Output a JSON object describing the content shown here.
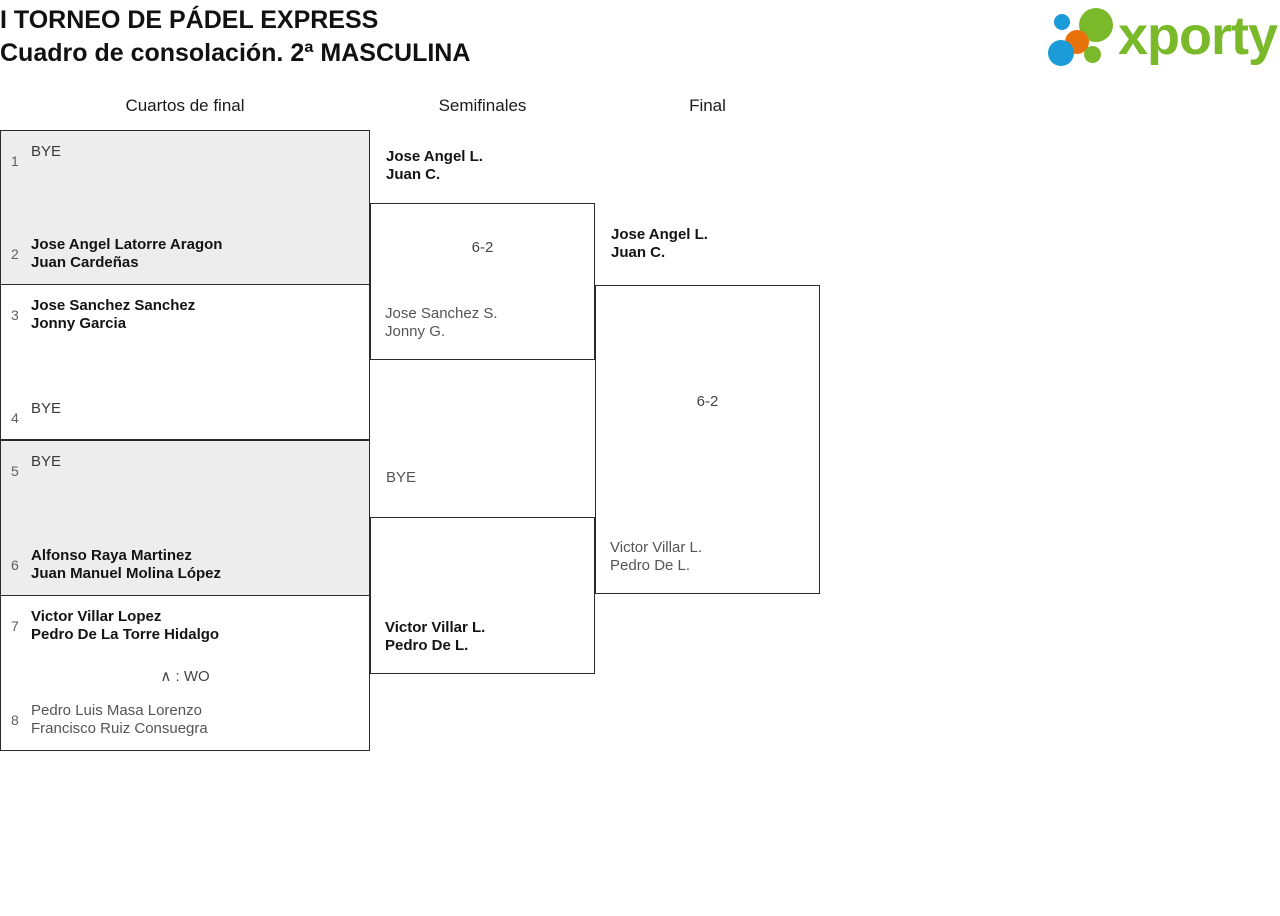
{
  "header": {
    "title_line1": "I TORNEO DE PÁDEL EXPRESS",
    "title_line2": "Cuadro de consolación. 2ª MASCULINA",
    "logo_wordmark": "xporty"
  },
  "rounds": [
    {
      "key": "qf",
      "label": "Cuartos de final"
    },
    {
      "key": "sf",
      "label": "Semifinales"
    },
    {
      "key": "f",
      "label": "Final"
    }
  ],
  "quarterfinals": [
    {
      "shaded": true,
      "top": {
        "seed": "1",
        "lines": [
          "BYE"
        ],
        "state": "bye"
      },
      "bottom": {
        "seed": "2",
        "lines": [
          "Jose Angel Latorre Aragon",
          "Juan Cardeñas"
        ],
        "state": "winner"
      },
      "score": ""
    },
    {
      "shaded": false,
      "top": {
        "seed": "3",
        "lines": [
          "Jose Sanchez Sanchez",
          "Jonny Garcia"
        ],
        "state": "winner"
      },
      "bottom": {
        "seed": "4",
        "lines": [
          "BYE"
        ],
        "state": "bye"
      },
      "score": ""
    },
    {
      "shaded": true,
      "top": {
        "seed": "5",
        "lines": [
          "BYE"
        ],
        "state": "bye"
      },
      "bottom": {
        "seed": "6",
        "lines": [
          "Alfonso Raya Martinez",
          "Juan Manuel Molina López"
        ],
        "state": "winner"
      },
      "score": ""
    },
    {
      "shaded": false,
      "top": {
        "seed": "7",
        "lines": [
          "Victor Villar Lopez",
          "Pedro De La Torre Hidalgo"
        ],
        "state": "winner"
      },
      "bottom": {
        "seed": "8",
        "lines": [
          "Pedro Luis Masa Lorenzo",
          "Francisco Ruiz Consuegra"
        ],
        "state": "loser"
      },
      "score": "∧ : WO"
    }
  ],
  "semifinals": [
    {
      "top": {
        "lines": [
          "Jose Angel L.",
          "Juan C."
        ],
        "state": "winner"
      },
      "bottom": {
        "lines": [
          "Jose Sanchez S.",
          "Jonny G."
        ],
        "state": "loser"
      },
      "score": "6-2"
    },
    {
      "top": {
        "lines": [
          "BYE"
        ],
        "state": "loser"
      },
      "bottom": {
        "lines": [
          "Victor Villar L.",
          "Pedro De L."
        ],
        "state": "winner"
      },
      "score": ""
    }
  ],
  "final": {
    "top": {
      "lines": [
        "Jose Angel L.",
        "Juan C."
      ],
      "state": "winner"
    },
    "bottom": {
      "lines": [
        "Victor Villar L.",
        "Pedro De L."
      ],
      "state": "loser"
    },
    "score": "6-2"
  }
}
